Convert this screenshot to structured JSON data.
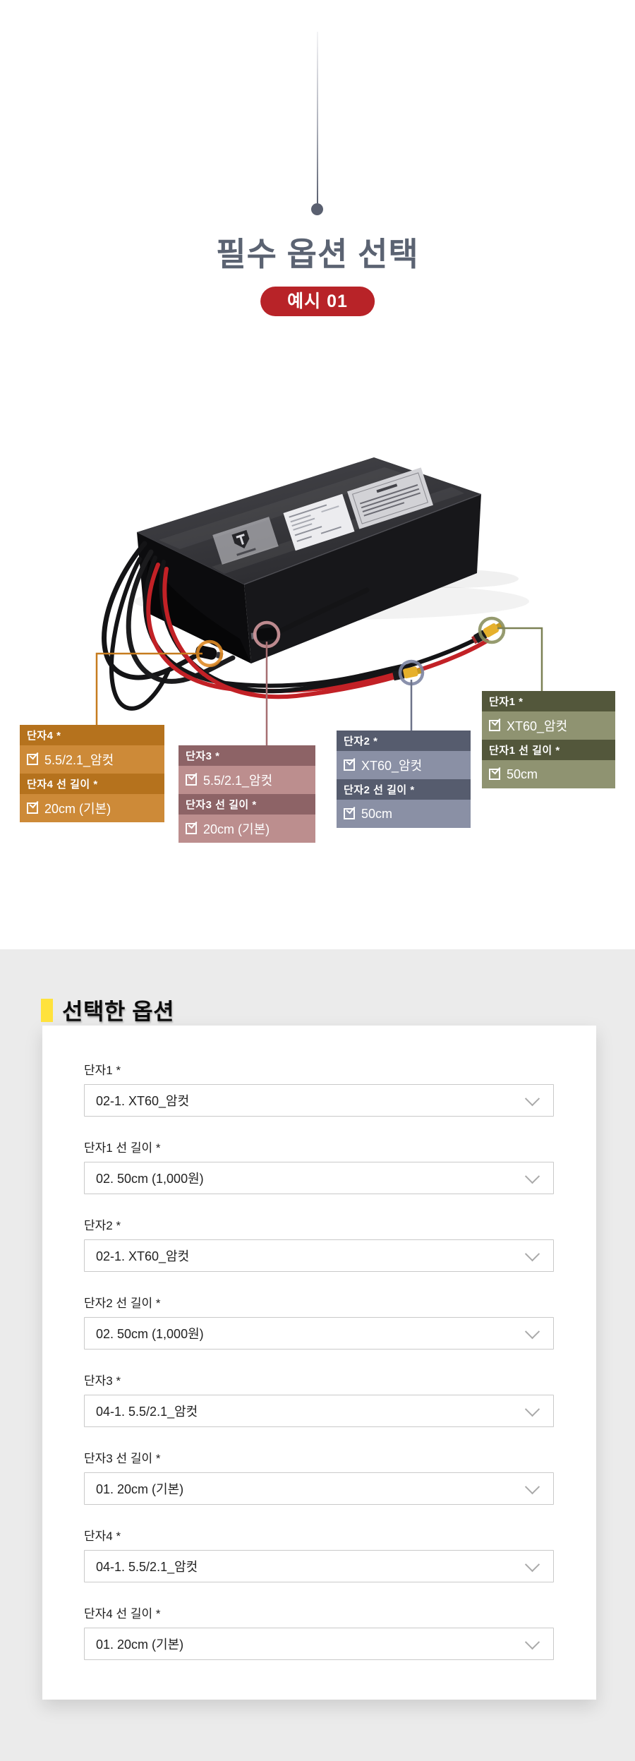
{
  "header": {
    "title": "필수 옵션 선택",
    "title_color": "#5b6372",
    "badge_label": "예시 01",
    "badge_color": "#b82328"
  },
  "product": {
    "photo_alt": "battery-pack-with-four-cable-connectors"
  },
  "callouts": [
    {
      "name": "단자1",
      "rows": [
        {
          "kind": "header",
          "text": "단자1 *"
        },
        {
          "kind": "value",
          "text": "XT60_암컷"
        },
        {
          "kind": "header",
          "text": "단자1 선 길이 *"
        },
        {
          "kind": "value",
          "text": "50cm"
        }
      ],
      "colors": {
        "header": "#53573b",
        "value": "#8f9371",
        "line": "#7c8155",
        "ring": "#8b905f"
      }
    },
    {
      "name": "단자2",
      "rows": [
        {
          "kind": "header",
          "text": "단자2 *"
        },
        {
          "kind": "value",
          "text": "XT60_암컷"
        },
        {
          "kind": "header",
          "text": "단자2 선 길이 *"
        },
        {
          "kind": "value",
          "text": "50cm"
        }
      ],
      "colors": {
        "header": "#565c6e",
        "value": "#8a90a5",
        "line": "#6d7389",
        "ring": "#7d85a3"
      }
    },
    {
      "name": "단자3",
      "rows": [
        {
          "kind": "header",
          "text": "단자3 *"
        },
        {
          "kind": "value",
          "text": "5.5/2.1_암컷"
        },
        {
          "kind": "header",
          "text": "단자3 선 길이 *"
        },
        {
          "kind": "value",
          "text": "20cm (기본)"
        }
      ],
      "colors": {
        "header": "#8d6366",
        "value": "#bc8e8e",
        "line": "#a66f72",
        "ring": "#cf979c"
      }
    },
    {
      "name": "단자4",
      "rows": [
        {
          "kind": "header",
          "text": "단자4 *"
        },
        {
          "kind": "value",
          "text": "5.5/2.1_암컷"
        },
        {
          "kind": "header",
          "text": "단자4 선 길이 *"
        },
        {
          "kind": "value",
          "text": "20cm (기본)"
        }
      ],
      "colors": {
        "header": "#b5721d",
        "value": "#cd8a38",
        "line": "#c67b1e",
        "ring": "#de8a26"
      }
    }
  ],
  "selected_options": {
    "heading": "선택한 옵션",
    "accent_bar_color": "#ffe23c",
    "fields": [
      {
        "label": "단자1 *",
        "value": "02-1. XT60_암컷"
      },
      {
        "label": "단자1 선 길이 *",
        "value": "02. 50cm (1,000원)"
      },
      {
        "label": "단자2 *",
        "value": "02-1. XT60_암컷"
      },
      {
        "label": "단자2 선 길이 *",
        "value": "02. 50cm (1,000원)"
      },
      {
        "label": "단자3 *",
        "value": "04-1. 5.5/2.1_암컷"
      },
      {
        "label": "단자3 선 길이 *",
        "value": "01. 20cm (기본)"
      },
      {
        "label": "단자4 *",
        "value": "04-1. 5.5/2.1_암컷"
      },
      {
        "label": "단자4 선 길이 *",
        "value": "01. 20cm (기본)"
      }
    ]
  }
}
